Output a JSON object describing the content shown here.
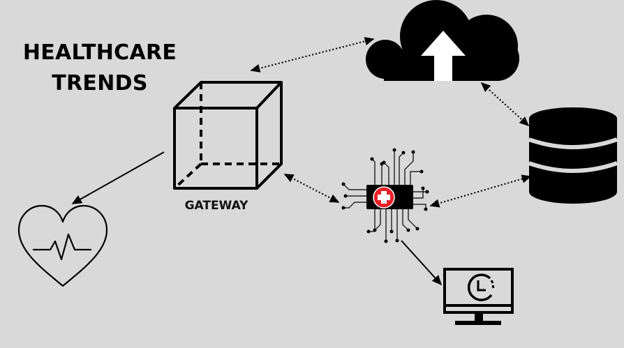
{
  "title": {
    "line1": "HEALTHCARE",
    "line2": "TRENDS"
  },
  "nodes": {
    "gateway": {
      "label": "GATEWAY",
      "icon": "cube-icon"
    },
    "cloud": {
      "icon": "cloud-upload-icon"
    },
    "database": {
      "icon": "database-icon"
    },
    "chip": {
      "icon": "medical-chip-icon"
    },
    "heart": {
      "icon": "heart-pulse-icon"
    },
    "monitor": {
      "icon": "monitor-clock-icon"
    }
  },
  "connections": [
    {
      "from": "gateway",
      "to": "cloud",
      "style": "dotted",
      "arrows": "both"
    },
    {
      "from": "cloud",
      "to": "database",
      "style": "dotted",
      "arrows": "both"
    },
    {
      "from": "gateway",
      "to": "chip",
      "style": "dotted",
      "arrows": "both"
    },
    {
      "from": "chip",
      "to": "database",
      "style": "dotted",
      "arrows": "both"
    },
    {
      "from": "gateway",
      "to": "heart",
      "style": "solid",
      "arrows": "end"
    },
    {
      "from": "chip",
      "to": "monitor",
      "style": "solid",
      "arrows": "end"
    }
  ],
  "colors": {
    "background": "#d9d9d9",
    "ink": "#000000",
    "medical_cross": "#e8202a"
  }
}
